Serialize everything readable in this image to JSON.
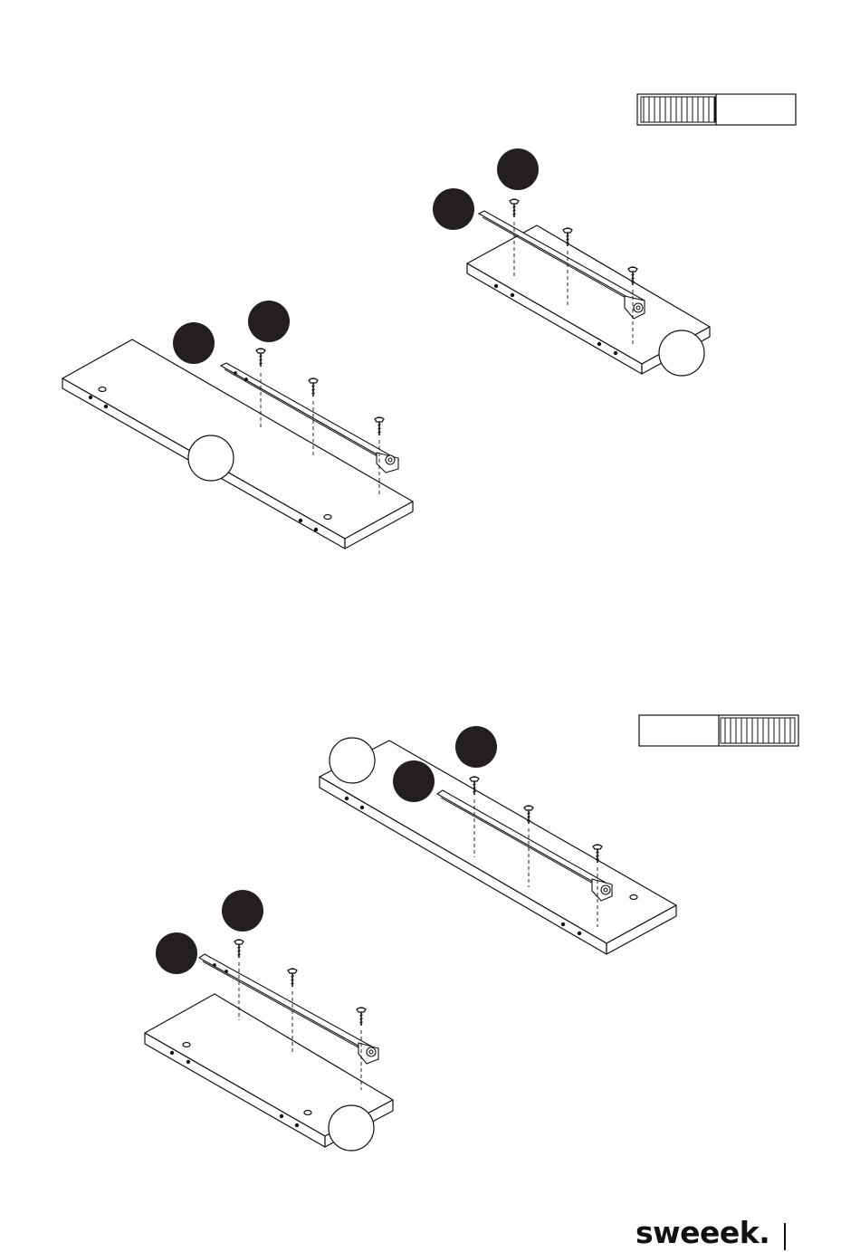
{
  "brand": {
    "logo_text": "sweeek."
  },
  "colors": {
    "ink": "#111111",
    "paper": "#ffffff",
    "callout_fill": "#231f20"
  },
  "icons": {
    "screw": "screw-icon",
    "callout": "part-callout",
    "orientation": "orientation-indicator"
  },
  "orientation_indicators": [
    {
      "figure": "top",
      "hatched_half": "left"
    },
    {
      "figure": "bottom",
      "hatched_half": "right"
    }
  ]
}
